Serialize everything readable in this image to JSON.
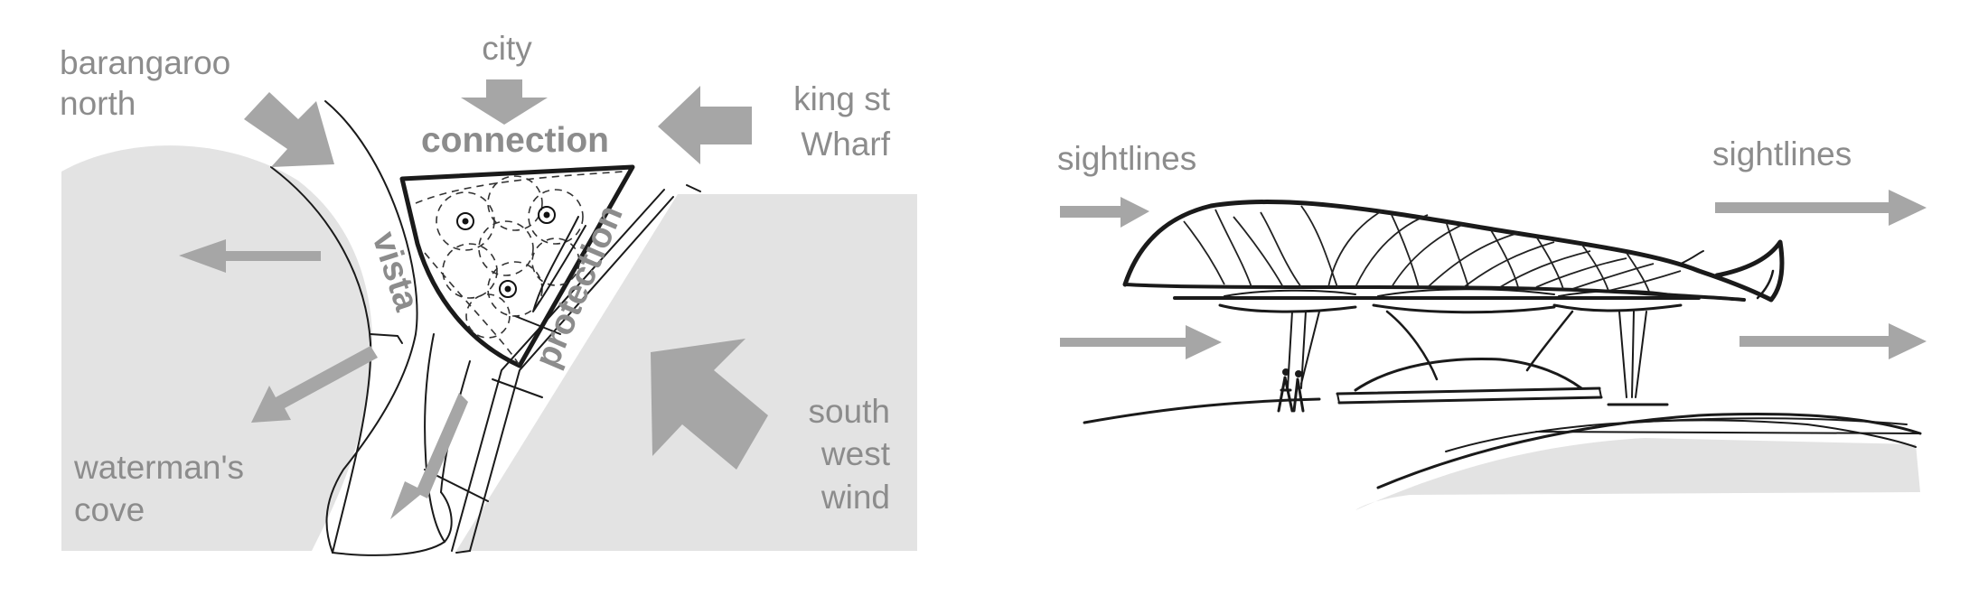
{
  "site_plan": {
    "labels": {
      "barangaroo_north_1": "barangaroo",
      "barangaroo_north_2": "north",
      "city": "city",
      "connection": "connection",
      "king_st_1": "king st",
      "king_st_2": "Wharf",
      "vista": "vista",
      "protection": "protection",
      "watermans_cove_1": "waterman's",
      "watermans_cove_2": "cove",
      "south_west_wind_1": "south",
      "south_west_wind_2": "west",
      "south_west_wind_3": "wind"
    },
    "colors": {
      "arrow": "#a6a6a6",
      "fill": "#e3e3e3",
      "text": "#8c8c8c",
      "ink": "#1a1a1a"
    }
  },
  "section_sketch": {
    "labels": {
      "sightlines_left": "sightlines",
      "sightlines_right": "sightlines"
    }
  }
}
